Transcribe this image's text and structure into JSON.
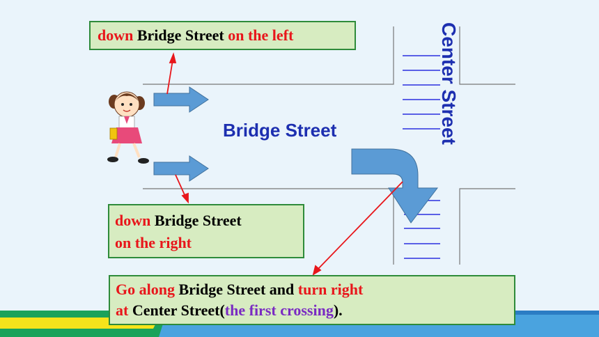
{
  "labels": {
    "left_box": {
      "part1": "down",
      "part2": " Bridge Street ",
      "part3": "on the left"
    },
    "right_box": {
      "part1": "down",
      "part2": " Bridge Street",
      "part3": "on the right"
    },
    "main_box": {
      "part1": "Go along",
      "part2": " Bridge Street and ",
      "part3": "turn right",
      "part4": "at",
      "part5": " Center Street(",
      "part6": "the first crossing",
      "part7": ")."
    },
    "bridge_street": "Bridge Street",
    "center_street": "Center Street"
  },
  "colors": {
    "background": "#eaf4fb",
    "box_fill": "#d7ecc1",
    "box_border": "#2e8b3a",
    "highlight_red": "#e8161b",
    "highlight_purple": "#7a2bc2",
    "street_label": "#1d2fb0",
    "arrow_fill": "#5b9bd5"
  },
  "icons": [
    "girl-walking-figure",
    "right-arrow-icon",
    "turn-right-arrow-icon"
  ]
}
